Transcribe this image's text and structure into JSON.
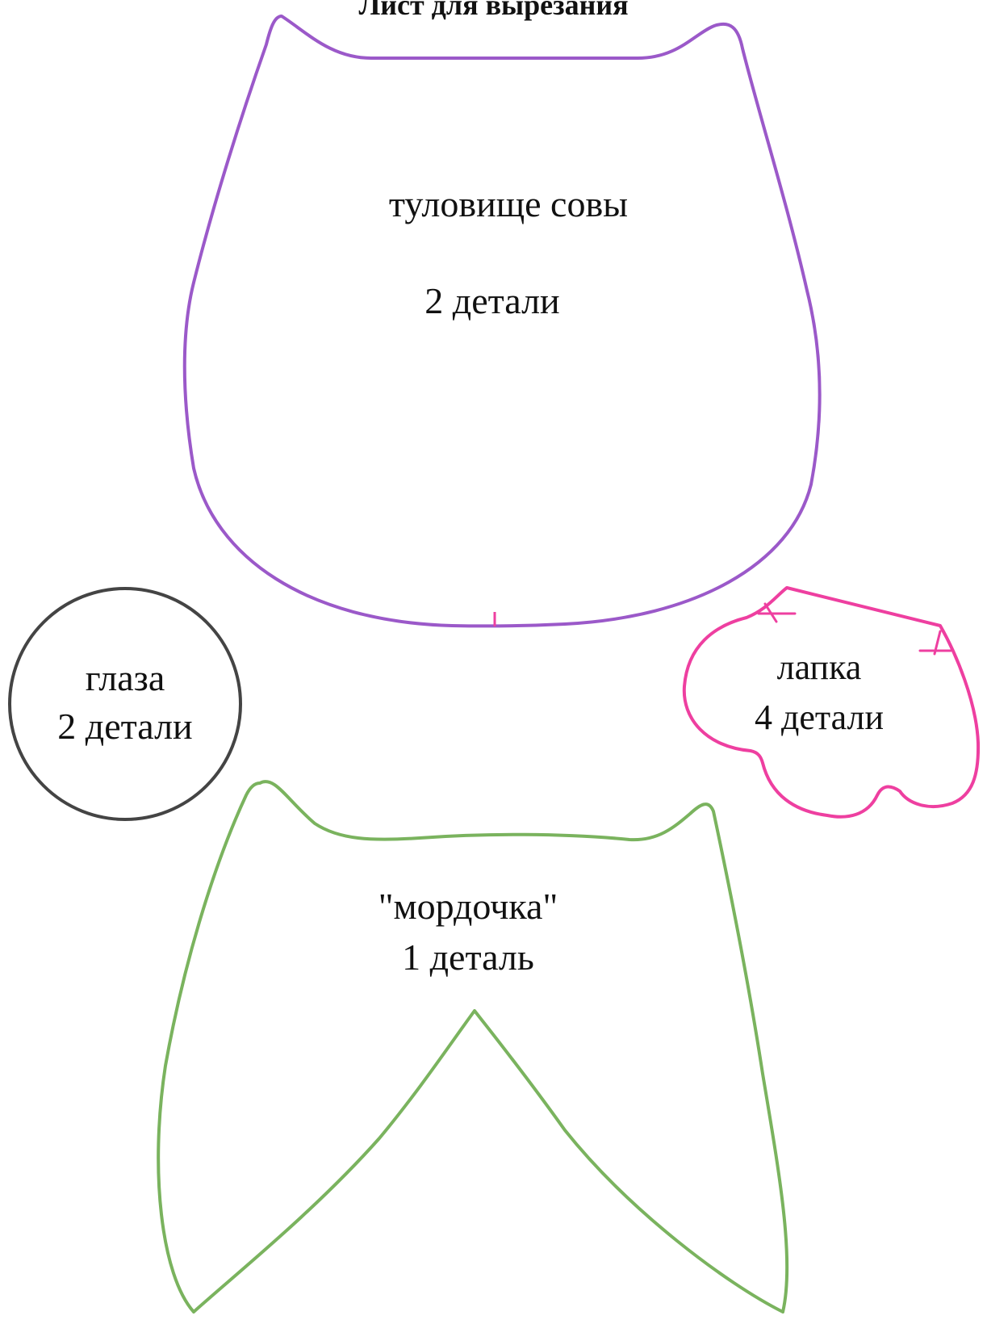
{
  "title": "Лист для вырезания",
  "pieces": {
    "body": {
      "name": "туловище совы",
      "count": "2 детали",
      "color": "#9b59c9"
    },
    "eye": {
      "name": "глаза",
      "count": "2 детали",
      "color": "#444444"
    },
    "paw": {
      "name": "лапка",
      "count": "4 детали",
      "color": "#ee3fa0"
    },
    "face": {
      "name": "\"мордочка\"",
      "count": "1 деталь",
      "color": "#7ab35e"
    }
  }
}
